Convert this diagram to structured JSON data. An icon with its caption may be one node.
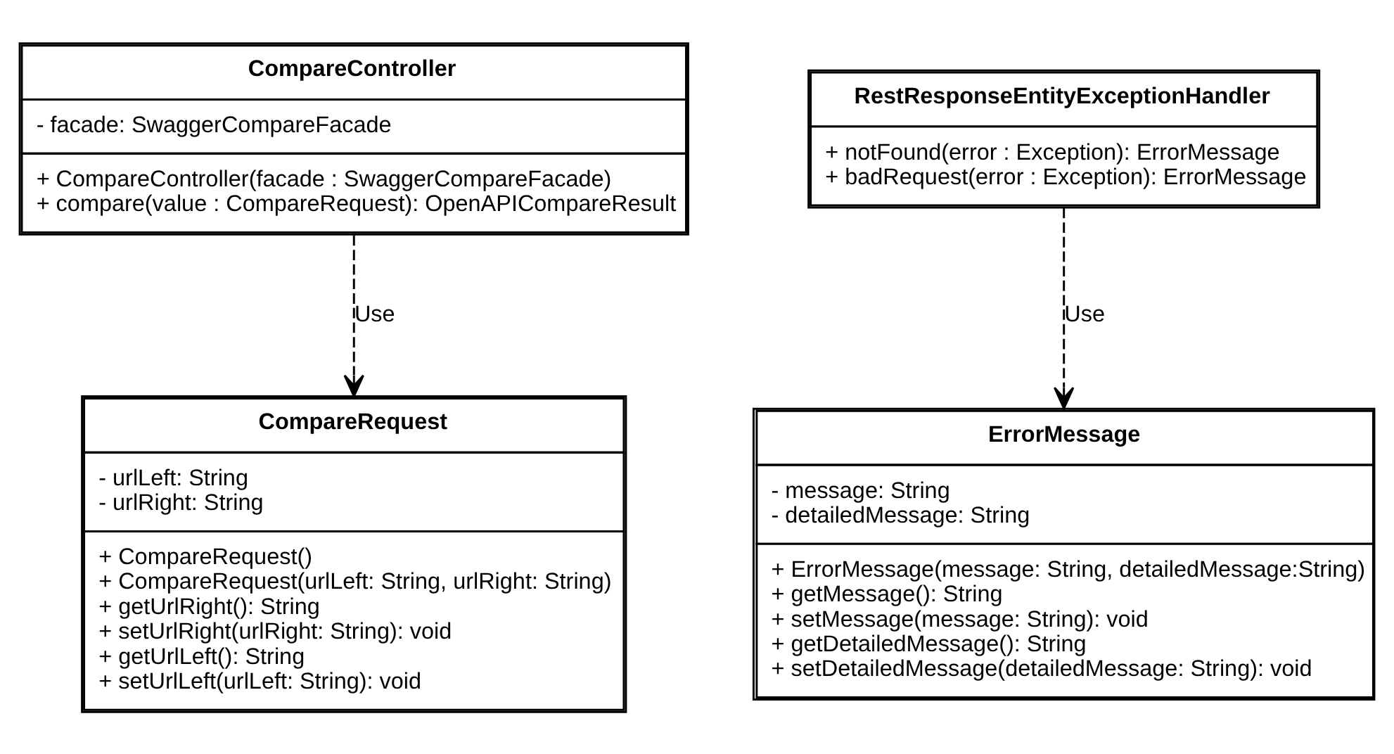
{
  "diagram": {
    "nodes": [
      {
        "text": [
          "CompareController"
        ]
      },
      {
        "text": [
          "- facade: SwaggerCompareFacade"
        ],
        "in": 0
      },
      {
        "text": [
          "+ CompareController(facade : SwaggerCompareFacade)",
          "+ compare(value : CompareRequest): OpenAPICompareResult"
        ],
        "in": 0
      },
      {
        "text": [
          "RestResponseEntityExceptionHandler"
        ]
      },
      {
        "text": [
          "+ notFound(error : Exception): ErrorMessage",
          "+ badRequest(error : Exception): ErrorMessage"
        ],
        "in": 3
      },
      {
        "text": [
          "CompareRequest"
        ]
      },
      {
        "text": [
          "- urlLeft: String",
          "- urlRight: String"
        ],
        "in": 5
      },
      {
        "text": [
          "+ CompareRequest()",
          "+ CompareRequest(urlLeft: String, urlRight: String)",
          "+ getUrlRight(): String",
          "+ setUrlRight(urlRight: String): void",
          "+ getUrlLeft(): String",
          "+ setUrlLeft(urlLeft: String): void"
        ],
        "in": 5
      },
      {
        "text": [
          "ErrorMessage"
        ]
      },
      {
        "text": [
          "- message: String",
          "- detailedMessage: String"
        ],
        "in": 8
      },
      {
        "text": [
          "+ ErrorMessage(message: String, detailedMessage:String)",
          "+ getMessage(): String",
          "+ setMessage(message: String): void",
          "+ getDetailedMessage(): String",
          "+ setDetailedMessage(detailedMessage: String): void"
        ],
        "in": 8
      }
    ],
    "edges": [
      {
        "from": 0,
        "to": 5,
        "arrow": "to",
        "label": "Use",
        "style": "dashed"
      },
      {
        "from": 3,
        "to": 8,
        "arrow": "to",
        "label": "Use",
        "style": "dashed"
      }
    ]
  }
}
